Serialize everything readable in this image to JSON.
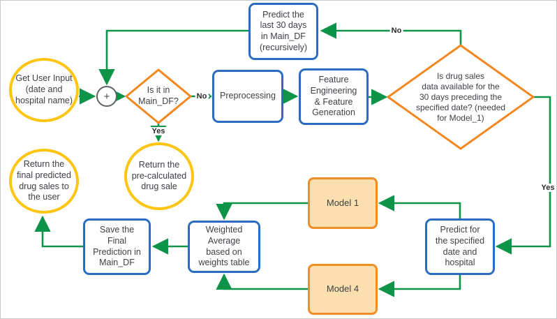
{
  "colors": {
    "box_blue": "#2a6cc0",
    "diamond_orange": "#f2861f",
    "circle_yellow": "#ffc513",
    "arrow_green": "#0d9448",
    "model_fill": "#fbdfaf",
    "model_border": "#ef8e24",
    "text": "#3d4045"
  },
  "nodes": {
    "get_user_input": "Get User Input\n(date and\nhospital name)",
    "plus_junction": "+",
    "is_in_main_df": "Is it in\nMain_DF?",
    "preprocessing": "Preprocessing",
    "feature_engineering": "Feature\nEngineering\n& Feature\nGeneration",
    "drug_sales_available": "Is drug sales\ndata available for the\n30 days preceding the\nspecified date? (needed\nfor Model_1)",
    "predict_last_30": "Predict the\nlast 30 days\nin Main_DF\n(recursively)",
    "return_precalculated": "Return the\npre-calculated\ndrug sale",
    "return_final": "Return the\nfinal predicted\ndrug sales to\nthe user",
    "save_final": "Save the\nFinal\nPrediction in\nMain_DF",
    "weighted_average": "Weighted\nAverage\nbased on\nweights table",
    "model_1": "Model 1",
    "model_4": "Model 4",
    "predict_specified": "Predict for\nthe specified\ndate and\nhospital"
  },
  "edge_labels": {
    "no_to_predict_last_30": "No",
    "no_to_preprocessing": "No",
    "yes_to_precalculated": "Yes",
    "yes_to_predict_specified": "Yes"
  }
}
